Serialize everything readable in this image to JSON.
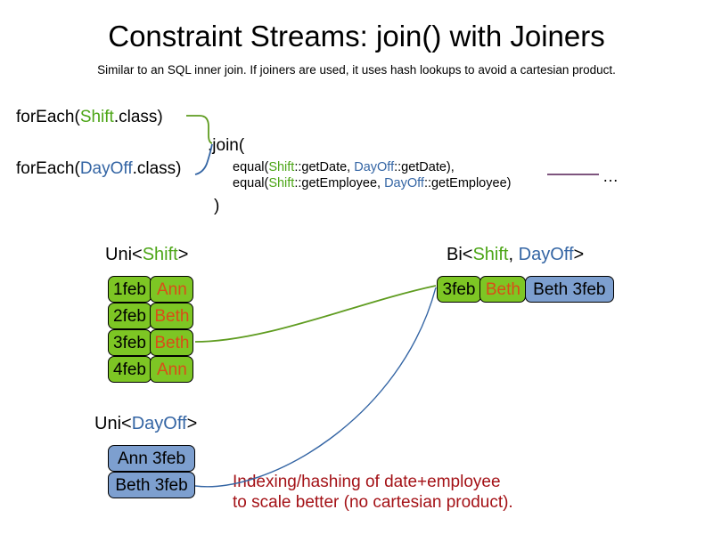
{
  "slide": {
    "title": "Constraint Streams: join() with Joiners",
    "subtitle": "Similar to an SQL inner join. If joiners are used, it uses hash lookups to avoid a cartesian product."
  },
  "code": {
    "foreach_shift": {
      "prefix": "forEach(",
      "type": "Shift",
      "suffix": ".class)"
    },
    "foreach_dayoff": {
      "prefix": "forEach(",
      "type": "DayOff",
      "suffix": ".class)"
    },
    "join_open": ".join(",
    "join_close": ")",
    "joiner_1": {
      "prefix": "equal(",
      "left_type": "Shift",
      "left_method": "::getDate, ",
      "right_type": "DayOff",
      "right_method": "::getDate),"
    },
    "joiner_2": {
      "prefix": "equal(",
      "left_type": "Shift",
      "left_method": "::getEmployee, ",
      "right_type": "DayOff",
      "right_method": "::getEmployee)"
    },
    "ellipsis": "…"
  },
  "groups": {
    "uni_shift": {
      "label_prefix": "Uni<",
      "label_type": "Shift",
      "label_suffix": ">",
      "rows": [
        {
          "date": "1feb",
          "name": "Ann"
        },
        {
          "date": "2feb",
          "name": "Beth"
        },
        {
          "date": "3feb",
          "name": "Beth"
        },
        {
          "date": "4feb",
          "name": "Ann"
        }
      ]
    },
    "uni_dayoff": {
      "label_prefix": "Uni<",
      "label_type": "DayOff",
      "label_suffix": ">",
      "rows": [
        {
          "pair": "Ann 3feb"
        },
        {
          "pair": "Beth 3feb"
        }
      ]
    },
    "bi": {
      "label_prefix": "Bi<",
      "label_type_a": "Shift",
      "label_sep": ", ",
      "label_type_b": "DayOff",
      "label_suffix": ">",
      "row": {
        "date": "3feb",
        "name": "Beth",
        "pair": "Beth 3feb"
      }
    }
  },
  "annotation": {
    "text": "Indexing/hashing of date+employee\nto scale better (no cartesian product)."
  },
  "colors": {
    "shift_green": "#4CA516",
    "dayoff_blue": "#3465A4",
    "box_green_fill": "#7DC624",
    "box_blue_fill": "#7D9FCF",
    "name_orange": "#D94D18",
    "annotation_red": "#A41217",
    "connector_green": "#5F9C20",
    "connector_blue": "#3465A4",
    "join_rule_purple": "#6B3D6B"
  }
}
